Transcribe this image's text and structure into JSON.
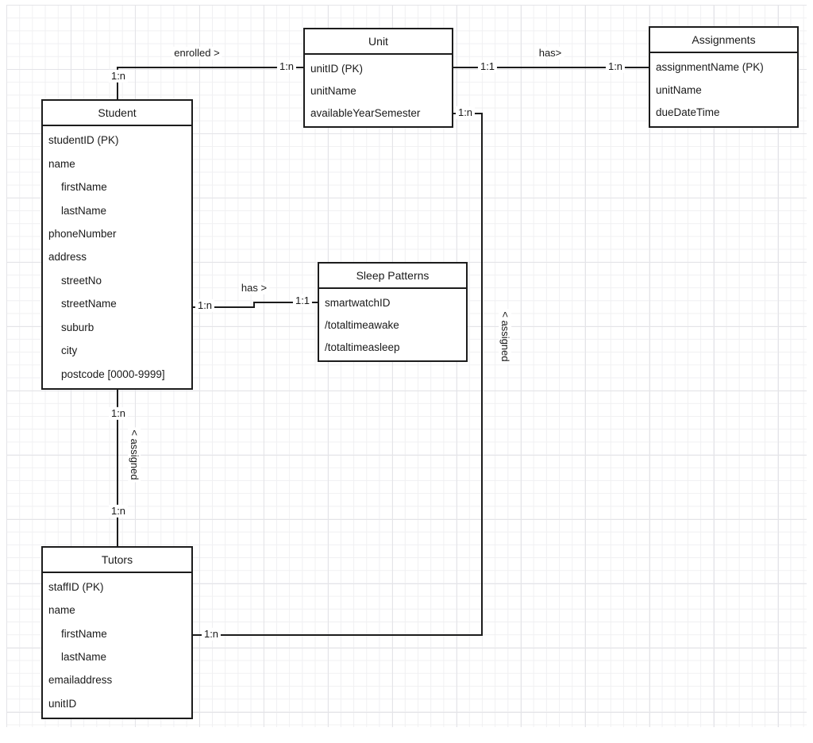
{
  "canvas": {
    "background": "#ffffff",
    "grid_minor_color": "#f0f0f2",
    "grid_major_color": "#e4e4e8",
    "shape_border_color": "#1c1c1c",
    "text_color": "#1a1a1a"
  },
  "entities": [
    {
      "id": "unit",
      "title": "Unit",
      "attributes": [
        {
          "label": "unitID (PK)",
          "indent": 0
        },
        {
          "label": "unitName",
          "indent": 0
        },
        {
          "label": "availableYearSemester",
          "indent": 0
        }
      ]
    },
    {
      "id": "assignments",
      "title": "Assignments",
      "attributes": [
        {
          "label": "assignmentName (PK)",
          "indent": 0
        },
        {
          "label": "unitName",
          "indent": 0
        },
        {
          "label": "dueDateTime",
          "indent": 0
        }
      ]
    },
    {
      "id": "student",
      "title": "Student",
      "attributes": [
        {
          "label": "studentID (PK)",
          "indent": 0
        },
        {
          "label": "name",
          "indent": 0
        },
        {
          "label": "firstName",
          "indent": 1
        },
        {
          "label": "lastName",
          "indent": 1
        },
        {
          "label": "phoneNumber",
          "indent": 0
        },
        {
          "label": "address",
          "indent": 0
        },
        {
          "label": "streetNo",
          "indent": 1
        },
        {
          "label": "streetName",
          "indent": 1
        },
        {
          "label": "suburb",
          "indent": 1
        },
        {
          "label": "city",
          "indent": 1
        },
        {
          "label": "postcode [0000-9999]",
          "indent": 1
        }
      ]
    },
    {
      "id": "sleep_patterns",
      "title": "Sleep Patterns",
      "attributes": [
        {
          "label": "smartwatchID",
          "indent": 0
        },
        {
          "label": "/totaltimeawake",
          "indent": 0
        },
        {
          "label": "/totaltimeasleep",
          "indent": 0
        }
      ]
    },
    {
      "id": "tutors",
      "title": "Tutors",
      "attributes": [
        {
          "label": "staffID (PK)",
          "indent": 0
        },
        {
          "label": "name",
          "indent": 0
        },
        {
          "label": "firstName",
          "indent": 1
        },
        {
          "label": "lastName",
          "indent": 1
        },
        {
          "label": "emailaddress",
          "indent": 0
        },
        {
          "label": "unitID",
          "indent": 0
        }
      ]
    }
  ],
  "relationships": {
    "student_enrolled_unit": {
      "label": "enrolled >",
      "student_end": "1:n",
      "unit_end": "1:n"
    },
    "unit_has_assignments": {
      "label": "has>",
      "unit_end": "1:1",
      "assignments_end": "1:n"
    },
    "student_has_sleep_patterns": {
      "label": "has >",
      "student_end": "1:n",
      "sleep_patterns_end": "1:1"
    },
    "student_assigned_tutors": {
      "label": "< assigned",
      "student_end": "1:n",
      "tutors_end": "1:n"
    },
    "unit_assigned_tutors": {
      "label": "< assigned",
      "unit_end": "1:n",
      "tutors_end": "1:n"
    }
  }
}
